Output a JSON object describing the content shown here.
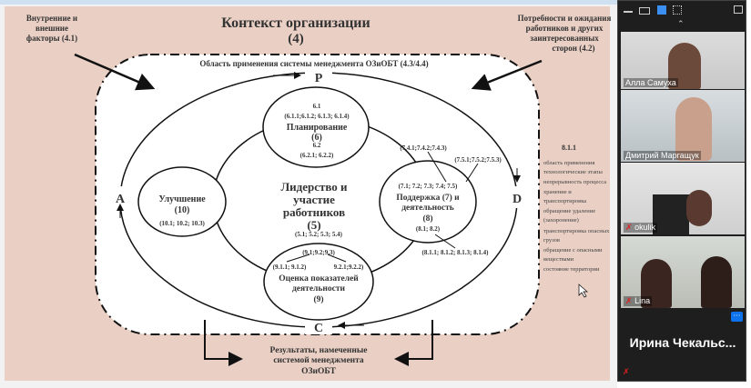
{
  "slide": {
    "title": "Контекст организации",
    "title_num": "(4)",
    "left_note": [
      "Внутренние и",
      "внешние",
      "факторы (4.1)"
    ],
    "right_note": [
      "Потребности и ожидания",
      "работников и других",
      "заинтересованных",
      "сторон (4.2)"
    ],
    "scope": "Область применения системы менеджмента ОЗиОБТ (4.3/4.4)",
    "pdca": {
      "p": "P",
      "d": "D",
      "c": "C",
      "a": "A"
    },
    "planning": {
      "top1": "6.1",
      "top2": "(6.1.1;6.1.2; 6.1.3; 6.1.4)",
      "name": "Планирование",
      "num": "(6)",
      "b1": "6.2",
      "b2": "(6.2.1; 6.2.2)"
    },
    "improvement": {
      "name": "Улучшение",
      "num": "(10)",
      "refs": "(10.1; 10.2; 10.3)"
    },
    "leadership": {
      "l1": "Лидерство и",
      "l2": "участие",
      "l3": "работников",
      "num": "(5)",
      "refs": "(5.1; 5.2; 5.3; 5.4)"
    },
    "support": {
      "a": "(7.4.1;7.4.2;7.4.3)",
      "b": "(7.5.1;7.5.2;7.5.3)",
      "refs": "(7.1; 7.2; 7.3; 7.4; 7.5)",
      "l1": "Поддержка (7) и",
      "l2": "деятельность",
      "num": "(8)",
      "r2": "(8.1; 8.2)",
      "r3": "(8.1.1; 8.1.2; 8.1.3; 8.1.4)"
    },
    "evaluation": {
      "top": "(9.1;9.2;9.3)",
      "left": "(9.1.1; 9.1.2)",
      "right": "9.2.1;9.2.2)",
      "l1": "Оценка показателей",
      "l2": "деятельности",
      "num": "(9)"
    },
    "results": [
      "Результаты, намеченные",
      "системой менеджмента",
      "ОЗиОБТ"
    ],
    "side_list": {
      "title": "8.1.1",
      "items": [
        "область применения",
        "технологические этапы",
        "непрерывность процесса",
        "хранение и",
        "транспортировка",
        "обращение удаление",
        "(захоронение)",
        "транспортировка опасных",
        "грузов",
        "обращение с опасными",
        "веществами",
        "состояние территории"
      ]
    }
  },
  "participants": [
    {
      "name": "Алла Самуха"
    },
    {
      "name": "Дмитрий Маргащук"
    },
    {
      "name": "okulik",
      "muted": true
    },
    {
      "name": "Lina",
      "muted": true
    },
    {
      "name": "Ирина  Чекальс...",
      "muted": true
    }
  ],
  "colors": {
    "slide_bg": "#e9cfc4",
    "panel": "#1e1e1e",
    "accent": "#0e72ed",
    "muted": "#e02020"
  }
}
